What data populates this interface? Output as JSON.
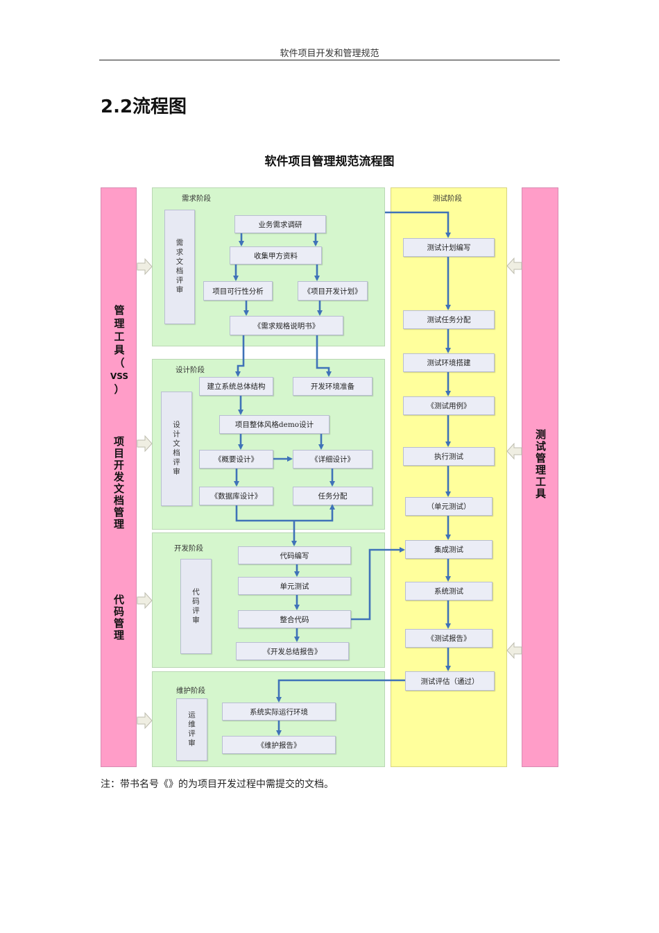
{
  "header": {
    "text": "软件项目开发和管理规范"
  },
  "section_title": "2.2流程图",
  "diagram": {
    "title": "软件项目管理规范流程图",
    "left_bar": {
      "label1_chars": [
        "管",
        "理",
        "工",
        "具",
        "（",
        "VSS",
        "）"
      ],
      "label2": "项目开发文档管理",
      "label3": "代码管理"
    },
    "right_bar": {
      "label": "测试管理工具"
    },
    "stages": {
      "requirements": {
        "label": "需求阶段",
        "review": "需求文档评审",
        "nodes": [
          "业务需求调研",
          "收集甲方资料",
          "项目可行性分析",
          "《项目开发计划》",
          "《需求规格说明书》"
        ]
      },
      "design": {
        "label": "设计阶段",
        "review": "设计文档评审",
        "nodes": [
          "建立系统总体结构",
          "开发环境准备",
          "项目整体风格demo设计",
          "《概要设计》",
          "《详细设计》",
          "《数据库设计》",
          "任务分配"
        ]
      },
      "development": {
        "label": "开发阶段",
        "review": "代码评审",
        "nodes": [
          "代码编写",
          "单元测试",
          "整合代码",
          "《开发总结报告》"
        ]
      },
      "maintenance": {
        "label": "维护阶段",
        "review": "运维评审",
        "nodes": [
          "系统实际运行环境",
          "《维护报告》"
        ]
      },
      "testing": {
        "label": "测试阶段",
        "nodes": [
          "测试计划编写",
          "测试任务分配",
          "测试环境搭建",
          "《测试用例》",
          "执行测试",
          "（单元测试）",
          "集成测试",
          "系统测试",
          "《测试报告》",
          "测试评估（通过）"
        ]
      }
    },
    "colors": {
      "stage_bg": "#d5f6cd",
      "test_bg": "#ffff9c",
      "bar_bg": "#ff9dc8",
      "node_bg": "#ebedf6",
      "arrow": "#3f72b8",
      "side_arrow": "#e8e6d6"
    }
  },
  "note": "注：带书名号《》的为项目开发过程中需提交的文档。"
}
